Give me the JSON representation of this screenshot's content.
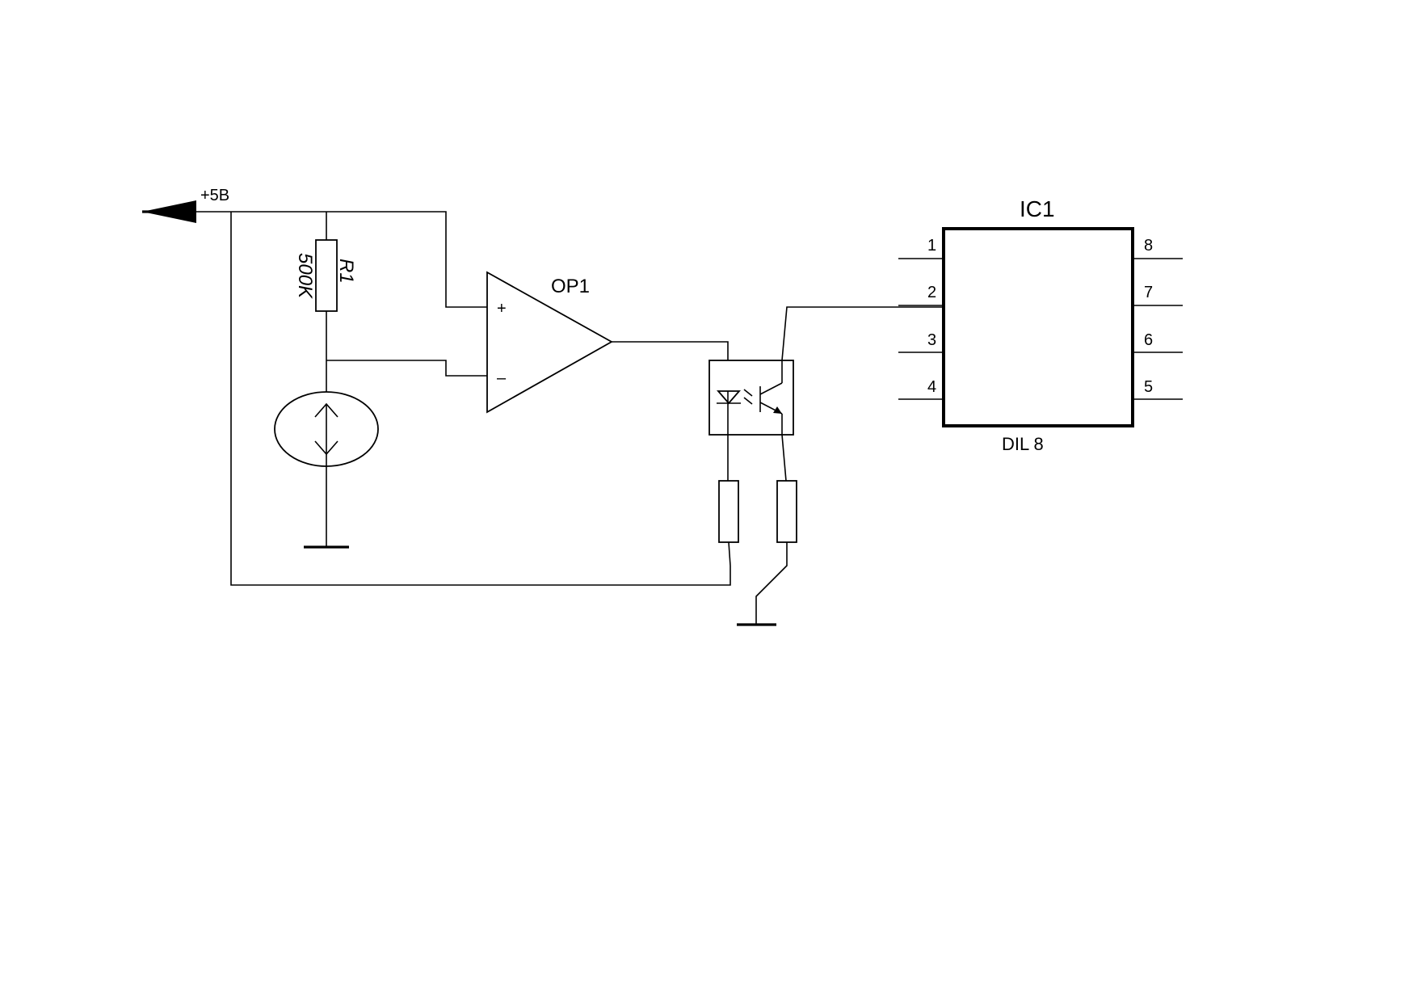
{
  "supply": {
    "label": "+5B"
  },
  "resistor_r1": {
    "ref": "R1",
    "value": "500K"
  },
  "opamp": {
    "ref": "OP1",
    "plus_sign": "+",
    "minus_sign": "–"
  },
  "ic": {
    "ref": "IC1",
    "package": "DIL 8",
    "left_pins": [
      "1",
      "2",
      "3",
      "4"
    ],
    "right_pins": [
      "8",
      "7",
      "6",
      "5"
    ]
  },
  "colors": {
    "ink": "#000000",
    "background": "#ffffff"
  }
}
